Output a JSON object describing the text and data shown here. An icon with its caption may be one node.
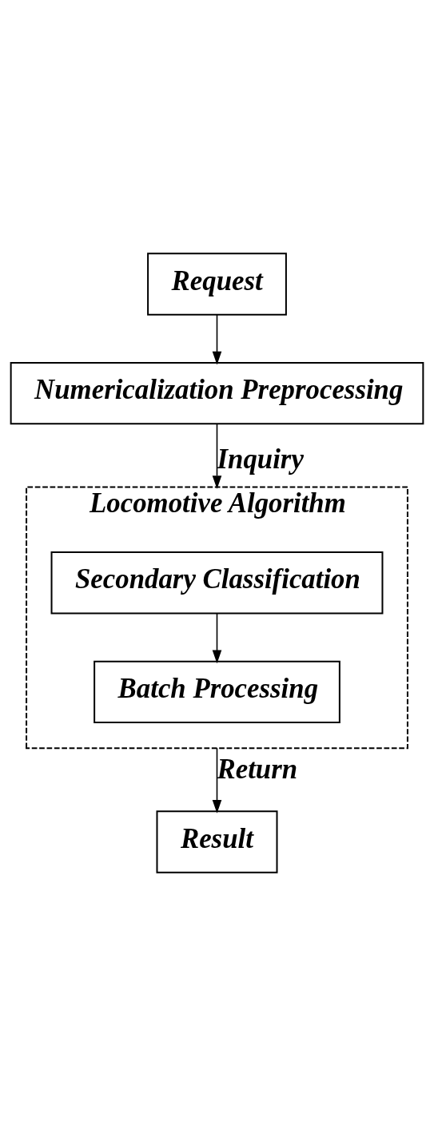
{
  "diagram": {
    "nodes": [
      {
        "text": [
          "Request"
        ]
      },
      {
        "text": [
          "Numericalization Preprocessing"
        ]
      },
      {
        "text": [
          "Locomotive Algorithm"
        ]
      },
      {
        "text": [
          "Secondary Classification"
        ],
        "in": 2
      },
      {
        "text": [
          "Batch Processing"
        ],
        "in": 2
      },
      {
        "text": [
          "Result"
        ]
      }
    ],
    "edges": [
      {
        "from": 0,
        "to": 1,
        "arrow": "to"
      },
      {
        "from": 1,
        "to": 2,
        "arrow": "to",
        "label": "Inquiry"
      },
      {
        "from": 3,
        "to": 4,
        "arrow": "to"
      },
      {
        "from": 2,
        "to": 5,
        "arrow": "to",
        "label": "Return"
      }
    ]
  }
}
